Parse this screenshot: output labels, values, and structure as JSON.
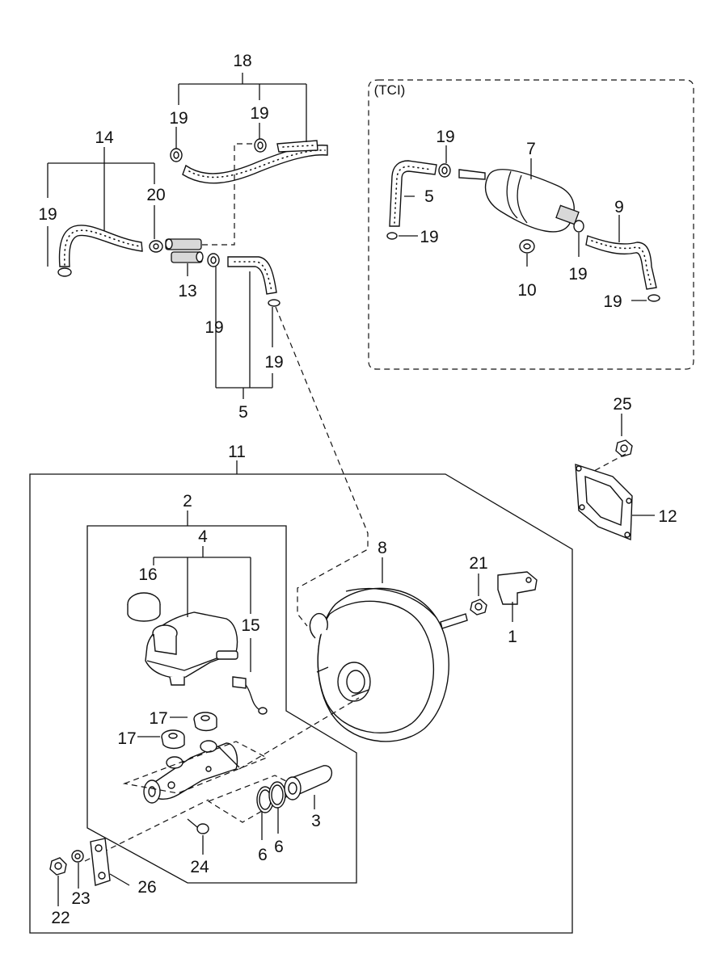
{
  "diagram": {
    "tci_label": "(TCI)",
    "callouts": {
      "c18": "18",
      "c19a": "19",
      "c19b": "19",
      "c14": "14",
      "c20": "20",
      "c19c": "19",
      "c13": "13",
      "c19d": "19",
      "c19e": "19",
      "c5a": "5",
      "c11": "11",
      "c2": "2",
      "c4": "4",
      "c16": "16",
      "c15": "15",
      "c8": "8",
      "c21": "21",
      "c1": "1",
      "c17a": "17",
      "c17b": "17",
      "c3": "3",
      "c6a": "6",
      "c6b": "6",
      "c24": "24",
      "c26": "26",
      "c23": "23",
      "c22": "22",
      "c25": "25",
      "c12": "12",
      "c19f": "19",
      "c7": "7",
      "c5b": "5",
      "c19g": "19",
      "c9": "9",
      "c10": "10",
      "c19h": "19",
      "c19i": "19"
    }
  }
}
